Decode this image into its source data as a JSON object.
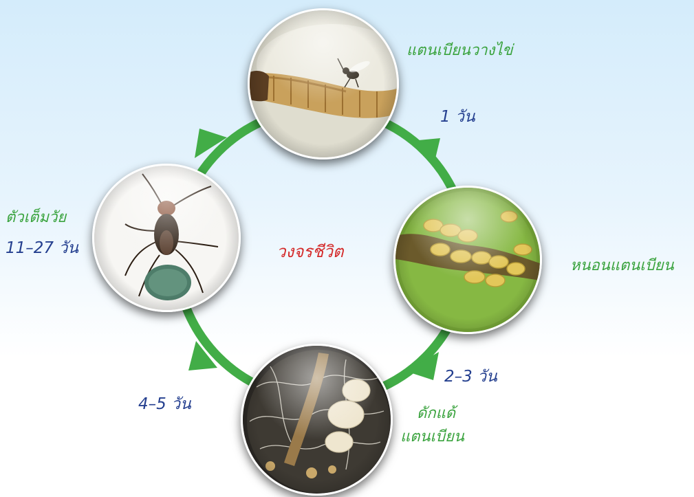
{
  "diagram": {
    "center_title": "วงจรชีวิต",
    "stages": {
      "egg_laying": "แตนเบียนวางไข่",
      "larva": "หนอนแตนเบียน",
      "pupa_line1": "ดักแด้",
      "pupa_line2": "แตนเบียน",
      "adult": "ตัวเต็มวัย"
    },
    "durations": {
      "egg_to_larva": "1 วัน",
      "larva_to_pupa": "2–3 วัน",
      "pupa_to_adult": "4–5 วัน",
      "adult_lifespan": "11–27 วัน"
    },
    "colors": {
      "cycle_arrow": "#42ad47",
      "stage_label": "#3aa33e",
      "duration_label": "#243f8f",
      "center_title": "#d42a2a"
    }
  }
}
